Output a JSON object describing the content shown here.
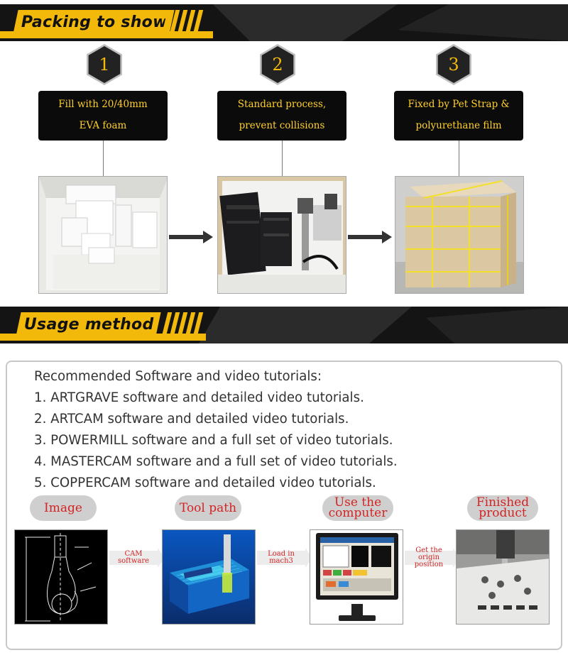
{
  "packing": {
    "heading": "Packing to show",
    "steps": [
      {
        "number": "1",
        "line1": "Fill with 20/40mm",
        "line2": "EVA foam"
      },
      {
        "number": "2",
        "line1": "Standard process,",
        "line2": "prevent collisions"
      },
      {
        "number": "3",
        "line1": "Fixed by Pet Strap &",
        "line2": "polyurethane film"
      }
    ]
  },
  "usage": {
    "heading": "Usage method",
    "intro": "Recommended Software and video tutorials:",
    "items": [
      "1. ARTGRAVE software and detailed video tutorials.",
      "2. ARTCAM software and detailed video tutorials.",
      "3. POWERMILL software and a full set of video tutorials.",
      "4. MASTERCAM software and a full set of video tutorials.",
      "5. COPPERCAM software and detailed video tutorials."
    ],
    "flow": {
      "stages": [
        {
          "label_line1": "Image",
          "label_line2": ""
        },
        {
          "label_line1": "Tool path",
          "label_line2": ""
        },
        {
          "label_line1": "Use the",
          "label_line2": "computer"
        },
        {
          "label_line1": "Finished",
          "label_line2": "product"
        }
      ],
      "connectors": [
        {
          "line1": "CAM software",
          "line2": ""
        },
        {
          "line1": "Load in mach3",
          "line2": ""
        },
        {
          "line1": "Get the origin",
          "line2": "position"
        }
      ]
    }
  },
  "colors": {
    "accent": "#f2b90a",
    "banner": "#141414",
    "label_red": "#d32424"
  }
}
